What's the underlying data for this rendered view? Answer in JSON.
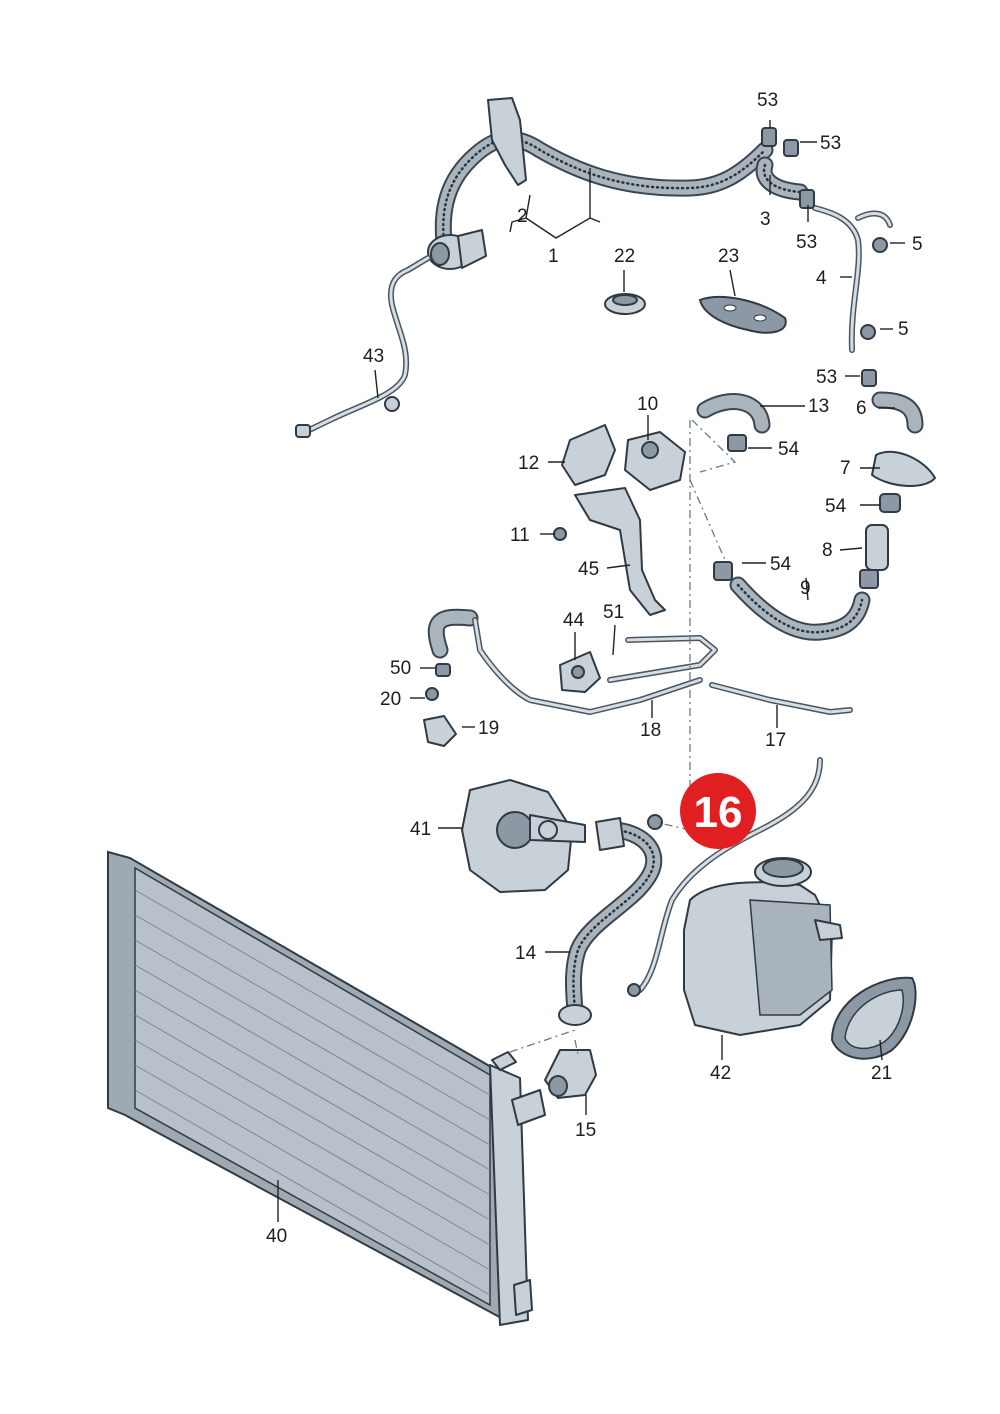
{
  "labels": {
    "p1": "1",
    "p2": "2",
    "p3": "3",
    "p4": "4",
    "p5a": "5",
    "p5b": "5",
    "p6": "6",
    "p7": "7",
    "p8": "8",
    "p9": "9",
    "p10": "10",
    "p11": "11",
    "p12": "12",
    "p13": "13",
    "p14": "14",
    "p15": "15",
    "p16": "16",
    "p17": "17",
    "p18": "18",
    "p19": "19",
    "p20": "20",
    "p21": "21",
    "p22": "22",
    "p23": "23",
    "p40": "40",
    "p41": "41",
    "p42": "42",
    "p43": "43",
    "p44": "44",
    "p45": "45",
    "p50": "50",
    "p51": "51",
    "p53a": "53",
    "p53b": "53",
    "p53c": "53",
    "p53d": "53",
    "p54a": "54",
    "p54b": "54",
    "p54c": "54"
  },
  "highlight": {
    "label": "16",
    "color": "#e02020"
  },
  "colors": {
    "part_fill": "#c9d1d8",
    "outline": "#2f3a44",
    "highlight": "#e02020"
  }
}
